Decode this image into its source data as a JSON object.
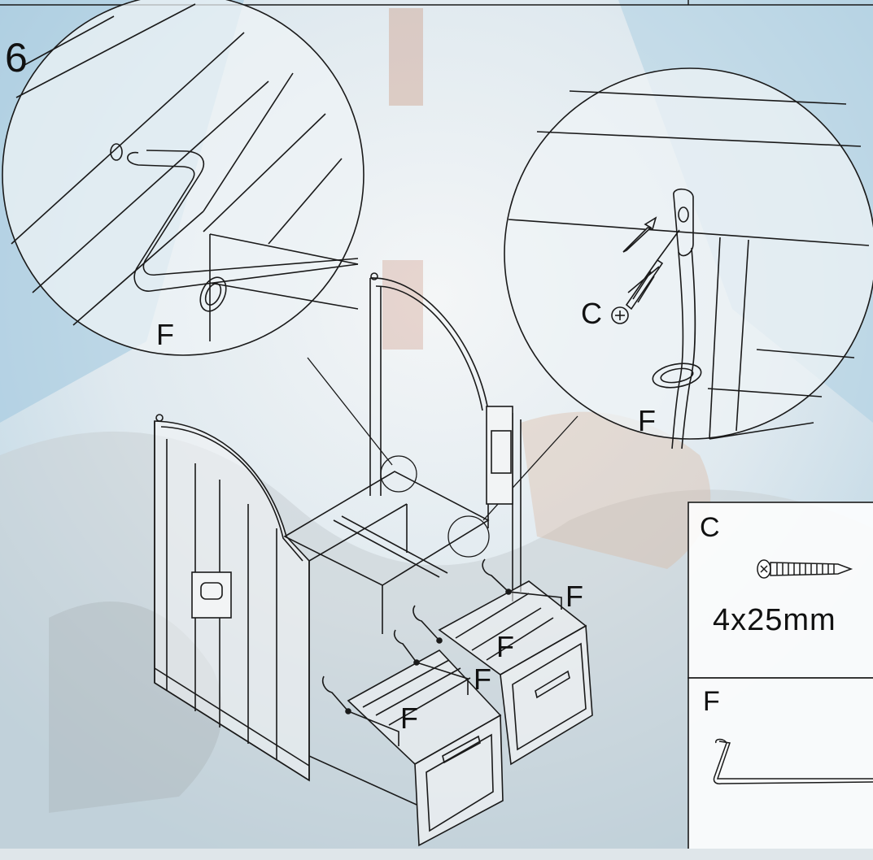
{
  "step": {
    "number": "6"
  },
  "callouts": {
    "left_detail_label": "F",
    "right_detail_screw_label": "C",
    "right_detail_rod_label": "F",
    "main_rod_labels": [
      "F",
      "F",
      "F",
      "F"
    ]
  },
  "parts": [
    {
      "letter": "C",
      "size": "4x25mm",
      "icon": "screw-icon"
    },
    {
      "letter": "F",
      "size": "",
      "icon": "rod-icon"
    }
  ],
  "colors": {
    "line": "#1a1a1a",
    "sky": "#b9d6e6",
    "paper": "#eef1f2"
  }
}
